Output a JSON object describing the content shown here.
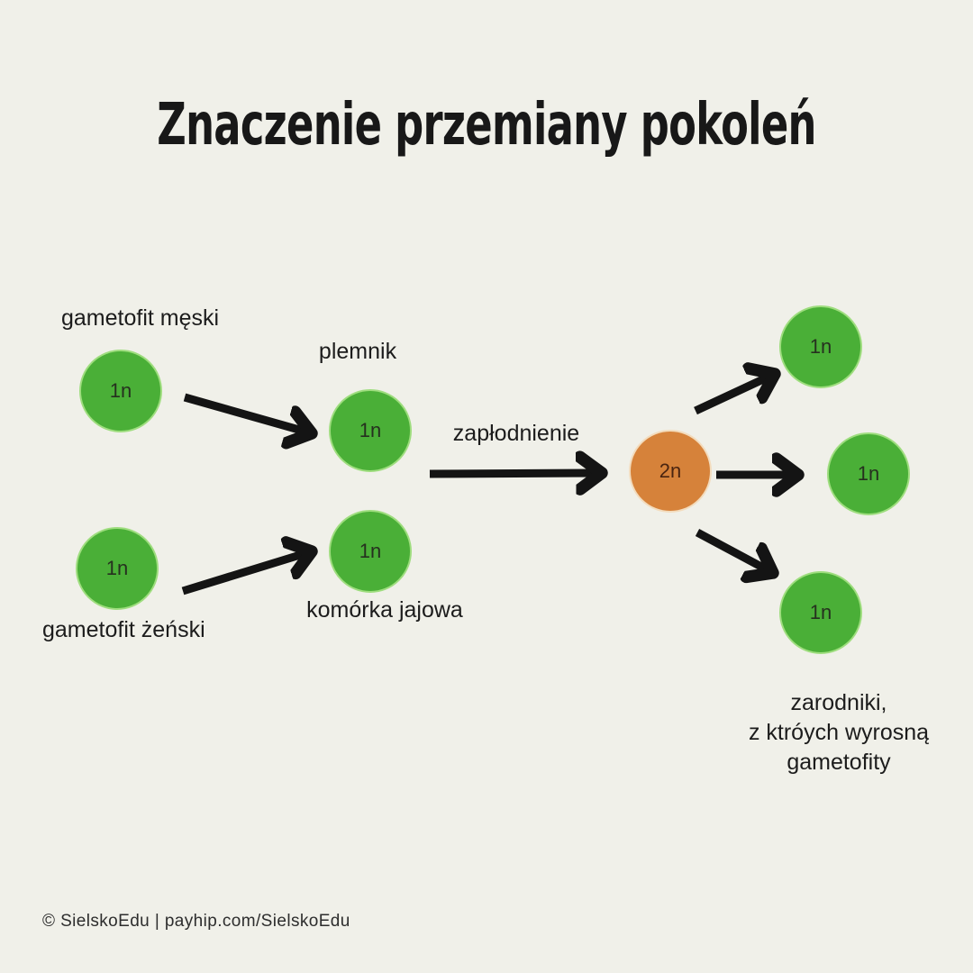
{
  "title": "Znaczenie przemiany pokoleń",
  "colors": {
    "background": "#f0f0e9",
    "node-green": "#4aaf37",
    "node-green-rim": "#9edd7e",
    "node-orange": "#d6823a",
    "node-orange-rim": "#f3dcbd",
    "arrow": "#141414",
    "text": "#1c1c1c"
  },
  "nodes": {
    "gametofit_meski": {
      "ploidy": "1n",
      "label": "gametofit męski"
    },
    "plemnik": {
      "ploidy": "1n",
      "label": "plemnik"
    },
    "gametofit_zenski": {
      "ploidy": "1n",
      "label": "gametofit żeński"
    },
    "komorka_jajowa": {
      "ploidy": "1n",
      "label": "komórka jajowa"
    },
    "zygota": {
      "ploidy": "2n"
    },
    "zarodnik_gorny": {
      "ploidy": "1n"
    },
    "zarodnik_srodkowy": {
      "ploidy": "1n"
    },
    "zarodnik_dolny": {
      "ploidy": "1n"
    }
  },
  "labels": {
    "zaplodnienie": "zapłodnienie",
    "zarodniki": [
      "zarodniki,",
      "z ktróych wyrosną",
      "gametofity"
    ]
  },
  "edges": [
    {
      "from": "gametofit_meski",
      "to": "plemnik"
    },
    {
      "from": "gametofit_zenski",
      "to": "komorka_jajowa"
    },
    {
      "from": "plemnik",
      "to": "zygota",
      "label": "zapłodnienie"
    },
    {
      "from": "zygota",
      "to": "zarodnik_gorny"
    },
    {
      "from": "zygota",
      "to": "zarodnik_srodkowy"
    },
    {
      "from": "zygota",
      "to": "zarodnik_dolny"
    }
  ],
  "footer": "© SielskoEdu | payhip.com/SielskoEdu"
}
